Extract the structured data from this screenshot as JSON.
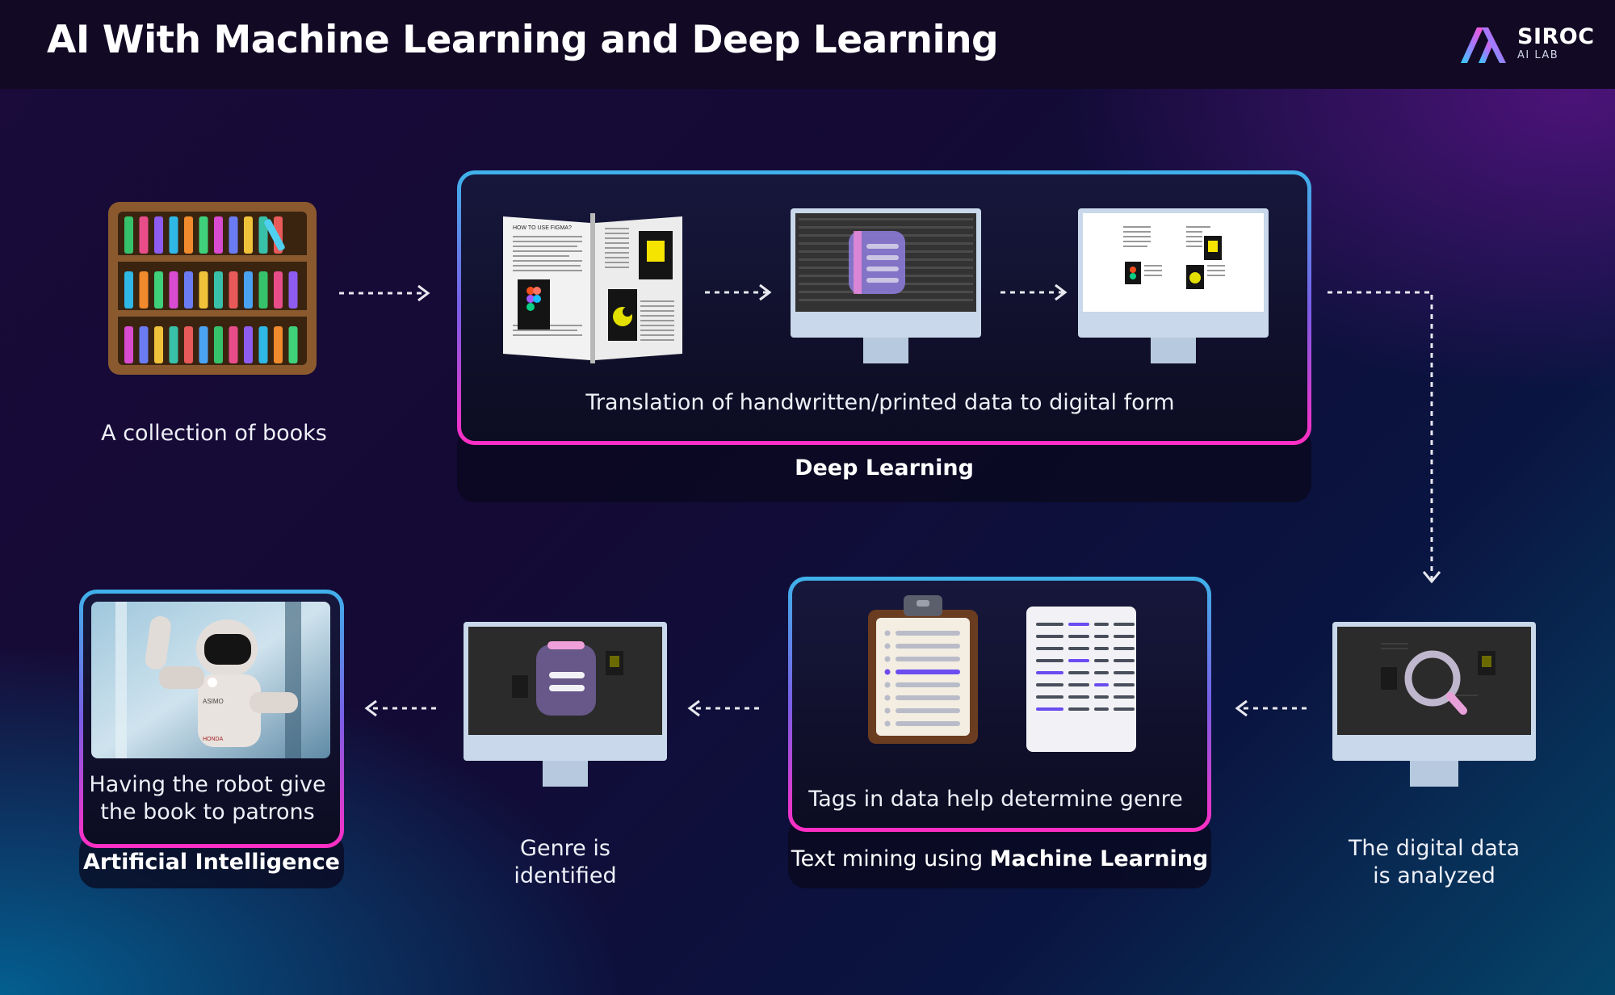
{
  "header": {
    "title": "AI With Machine Learning and Deep Learning",
    "logo": {
      "name": "SIROC",
      "sub": "AI LAB"
    }
  },
  "steps": {
    "books": {
      "caption": "A collection of books"
    },
    "deep_learning": {
      "caption": "Translation of handwritten/printed data to digital form",
      "label": "Deep Learning",
      "book_heading": "HOW TO USE FIGMA?"
    },
    "analyzed": {
      "caption": "The digital data is analyzed",
      "caption_lines": [
        "The digital data",
        "is analyzed"
      ]
    },
    "machine_learning": {
      "caption": "Tags in data help determine genre",
      "label_prefix": "Text mining using ",
      "label_strong": "Machine Learning"
    },
    "genre": {
      "caption_lines": [
        "Genre is",
        "identified"
      ]
    },
    "ai": {
      "caption_lines": [
        "Having the robot give",
        "the book to patrons"
      ],
      "label": "Artificial Intelligence",
      "robot_marks": [
        "ASIMO",
        "HONDA"
      ]
    }
  },
  "colors": {
    "accent_blue": "#3fb2ea",
    "accent_pink": "#ff2ec4",
    "header_bg": "#120a24"
  },
  "icons": [
    "bookshelf-icon",
    "open-book-icon",
    "monitor-icon",
    "clipboard-icon",
    "document-icon",
    "magnifier-icon",
    "robot-photo",
    "dotted-arrow-icon"
  ]
}
